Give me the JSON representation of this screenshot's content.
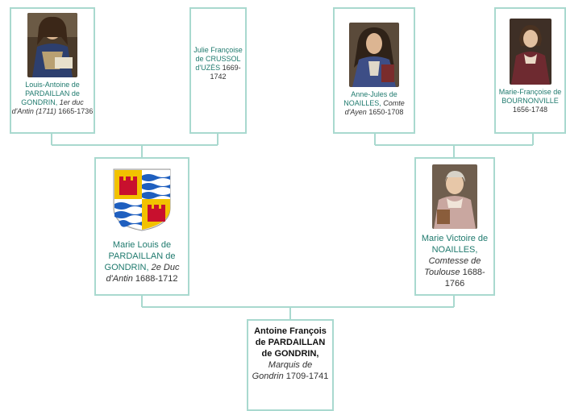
{
  "colors": {
    "border": "#a9d9cf",
    "link": "#1f7a6e",
    "connector": "#a9d9cf"
  },
  "persons": {
    "louis_antoine": {
      "name": "Louis-Antoine de PARDAILLAN de GONDRIN,",
      "title": "1er duc d'Antin (1711)",
      "years": "1665-1736",
      "image": "portrait"
    },
    "julie_francoise": {
      "name": "Julie Françoise de CRUSSOL d'UZÈS",
      "years": "1669-1742"
    },
    "anne_jules": {
      "name": "Anne-Jules de NOAILLES,",
      "title": "Comte d'Ayen",
      "years": "1650-1708",
      "image": "portrait"
    },
    "marie_francoise": {
      "name": "Marie-Françoise de BOURNONVILLE",
      "years": "1656-1748",
      "image": "portrait"
    },
    "marie_louis": {
      "name": "Marie Louis de PARDAILLAN de GONDRIN,",
      "title": "2e Duc d'Antin",
      "years": "1688-1712",
      "image": "coat-of-arms"
    },
    "marie_victoire": {
      "name": "Marie Victoire de NOAILLES,",
      "title": "Comtesse de Toulouse",
      "years": "1688-1766",
      "image": "portrait"
    },
    "antoine_francois": {
      "name": "Antoine François de PARDAILLAN de GONDRIN,",
      "title": "Marquis de Gondrin",
      "years": "1709-1741"
    }
  }
}
